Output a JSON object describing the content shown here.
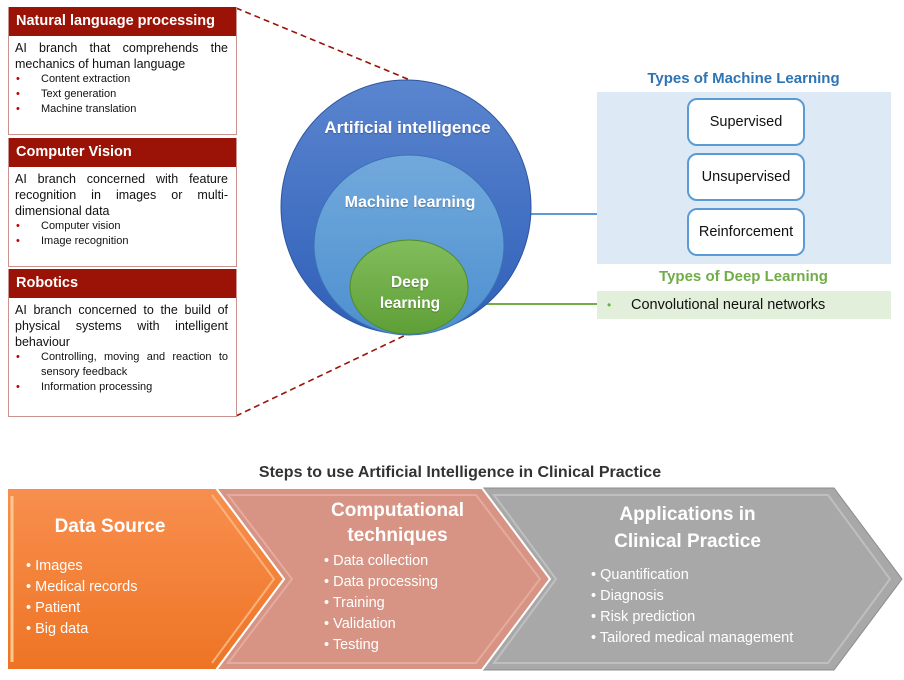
{
  "cards": [
    {
      "title": "Natural language processing",
      "description": "AI branch that comprehends the mechanics of human language",
      "items": [
        "Content extraction",
        "Text generation",
        "Machine translation"
      ]
    },
    {
      "title": "Computer Vision",
      "description": "AI branch concerned with feature recognition in images or multi-dimensional data",
      "items": [
        "Computer vision",
        "Image recognition"
      ]
    },
    {
      "title": "Robotics",
      "description": "AI branch concerned to the build of physical systems with intelligent behaviour",
      "items": [
        "Controlling, moving and reaction to sensory feedback",
        "Information processing"
      ]
    }
  ],
  "circles": {
    "ai": "Artificial intelligence",
    "ml": "Machine learning",
    "dl_line1": "Deep",
    "dl_line2": "learning"
  },
  "ml_types": {
    "title": "Types of Machine Learning",
    "items": [
      "Supervised",
      "Unsupervised",
      "Reinforcement"
    ]
  },
  "dl_types": {
    "title": "Types of Deep Learning",
    "items": [
      "Convolutional neural networks"
    ]
  },
  "steps": {
    "title": "Steps to use Artificial Intelligence in Clinical Practice",
    "stages": [
      {
        "title": "Data Source",
        "items": [
          "Images",
          "Medical records",
          "Patient",
          "Big data"
        ]
      },
      {
        "title_line1": "Computational",
        "title_line2": "techniques",
        "items": [
          "Data collection",
          "Data processing",
          "Training",
          "Validation",
          "Testing"
        ]
      },
      {
        "title_line1": "Applications in",
        "title_line2": "Clinical Practice",
        "items": [
          "Quantification",
          "Diagnosis",
          "Risk prediction",
          "Tailored medical management"
        ]
      }
    ]
  },
  "colors": {
    "card_header": "#9b1306",
    "ai_circle": "#4472c4",
    "ml_circle": "#5b9bd5",
    "dl_circle": "#70ad47",
    "step1": "#f58233",
    "step2": "#d99384",
    "step3": "#a6a6a6"
  }
}
